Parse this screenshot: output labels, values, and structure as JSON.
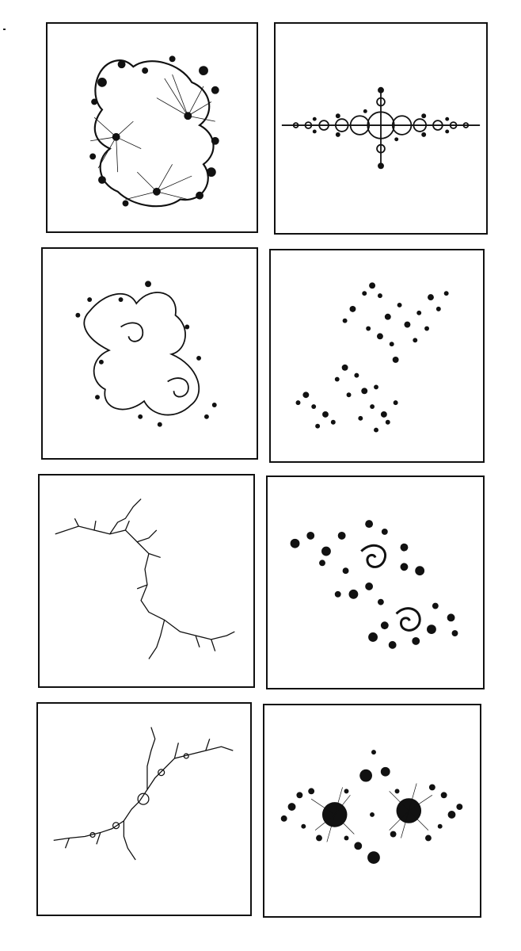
{
  "figure": {
    "panels": [
      {
        "id": "p1",
        "kind": "rabbit-lobed-julia",
        "ink": "#111111"
      },
      {
        "id": "p2",
        "kind": "horizontal-circle-chain-julia",
        "ink": "#111111"
      },
      {
        "id": "p3",
        "kind": "double-spiral-lobed-julia",
        "ink": "#111111"
      },
      {
        "id": "p4",
        "kind": "dust-cluster-julia",
        "ink": "#111111"
      },
      {
        "id": "p5",
        "kind": "dendrite-branch-julia",
        "ink": "#111111"
      },
      {
        "id": "p6",
        "kind": "spiral-dust-julia",
        "ink": "#111111"
      },
      {
        "id": "p7",
        "kind": "dendrite-with-circles-julia",
        "ink": "#111111"
      },
      {
        "id": "p8",
        "kind": "dense-spiral-dust-julia",
        "ink": "#111111"
      }
    ]
  }
}
